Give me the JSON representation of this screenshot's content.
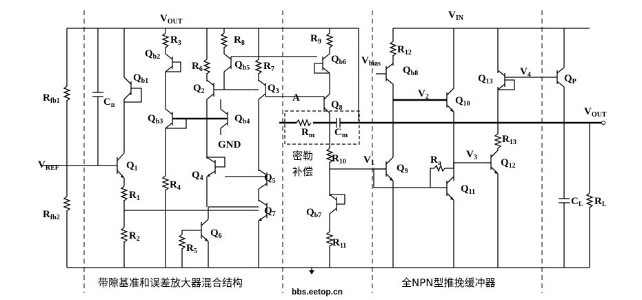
{
  "labels": {
    "vout_top": {
      "main": "V",
      "sub": "OUT"
    },
    "vin": {
      "main": "V",
      "sub": "IN"
    },
    "vout_right": {
      "main": "V",
      "sub": "OUT"
    },
    "vref": {
      "main": "V",
      "sub": "REF"
    },
    "vbias": {
      "main": "V",
      "sub": "bias"
    },
    "rfb1": {
      "main": "R",
      "sub": "fb1"
    },
    "rfb2": {
      "main": "R",
      "sub": "fb2"
    },
    "cn": {
      "main": "C",
      "sub": "n"
    },
    "q1": {
      "main": "Q",
      "sub": "1"
    },
    "qb1": {
      "main": "Q",
      "sub": "b1"
    },
    "r1": {
      "main": "R",
      "sub": "1"
    },
    "r2": {
      "main": "R",
      "sub": "2"
    },
    "qb2": {
      "main": "Q",
      "sub": "b2"
    },
    "r3": {
      "main": "R",
      "sub": "3"
    },
    "qb3": {
      "main": "Q",
      "sub": "b3"
    },
    "r4": {
      "main": "R",
      "sub": "4"
    },
    "r5": {
      "main": "R",
      "sub": "5"
    },
    "q6": {
      "main": "Q",
      "sub": "6"
    },
    "r6": {
      "main": "R",
      "sub": "6"
    },
    "q2": {
      "main": "Q",
      "sub": "2"
    },
    "r8": {
      "main": "R",
      "sub": "8"
    },
    "qb5": {
      "main": "Q",
      "sub": "b5"
    },
    "r7": {
      "main": "R",
      "sub": "7"
    },
    "q3": {
      "main": "Q",
      "sub": "3"
    },
    "qb4": {
      "main": "Q",
      "sub": "b4"
    },
    "gnd": "GND",
    "q4": {
      "main": "Q",
      "sub": "4"
    },
    "q5": {
      "main": "Q",
      "sub": "5"
    },
    "q7": {
      "main": "Q",
      "sub": "7"
    },
    "r9": {
      "main": "R",
      "sub": "9"
    },
    "qb6": {
      "main": "Q",
      "sub": "b6"
    },
    "node_a": "A",
    "q8": {
      "main": "Q",
      "sub": "8"
    },
    "rm": {
      "main": "R",
      "sub": "m"
    },
    "cm": {
      "main": "C",
      "sub": "m"
    },
    "r10": {
      "main": "R",
      "sub": "10"
    },
    "qb7": {
      "main": "Q",
      "sub": "b7"
    },
    "r11": {
      "main": "R",
      "sub": "11"
    },
    "r12": {
      "main": "R",
      "sub": "12"
    },
    "qb8": {
      "main": "Q",
      "sub": "b8"
    },
    "v2": {
      "main": "V",
      "sub": "2"
    },
    "q10": {
      "main": "Q",
      "sub": "10"
    },
    "v1": {
      "main": "V",
      "sub": "1"
    },
    "q9": {
      "main": "Q",
      "sub": "9"
    },
    "ra": {
      "main": "R",
      "sub": "a"
    },
    "q11": {
      "main": "Q",
      "sub": "11"
    },
    "v3": {
      "main": "V",
      "sub": "3"
    },
    "q12": {
      "main": "Q",
      "sub": "12"
    },
    "r13": {
      "main": "R",
      "sub": "13"
    },
    "q13": {
      "main": "Q",
      "sub": "13"
    },
    "v4": {
      "main": "V",
      "sub": "4"
    },
    "qp": {
      "main": "Q",
      "sub": "P"
    },
    "cl": {
      "main": "C",
      "sub": "L"
    },
    "rl": {
      "main": "R",
      "sub": "L"
    }
  },
  "miller_label_line1": "密勒",
  "miller_label_line2": "补偿",
  "section_left": "带隙基准和误差放大器混合结构",
  "section_right": "全NPN型推挽缓冲器",
  "watermark": "bbs.eetop.cn"
}
